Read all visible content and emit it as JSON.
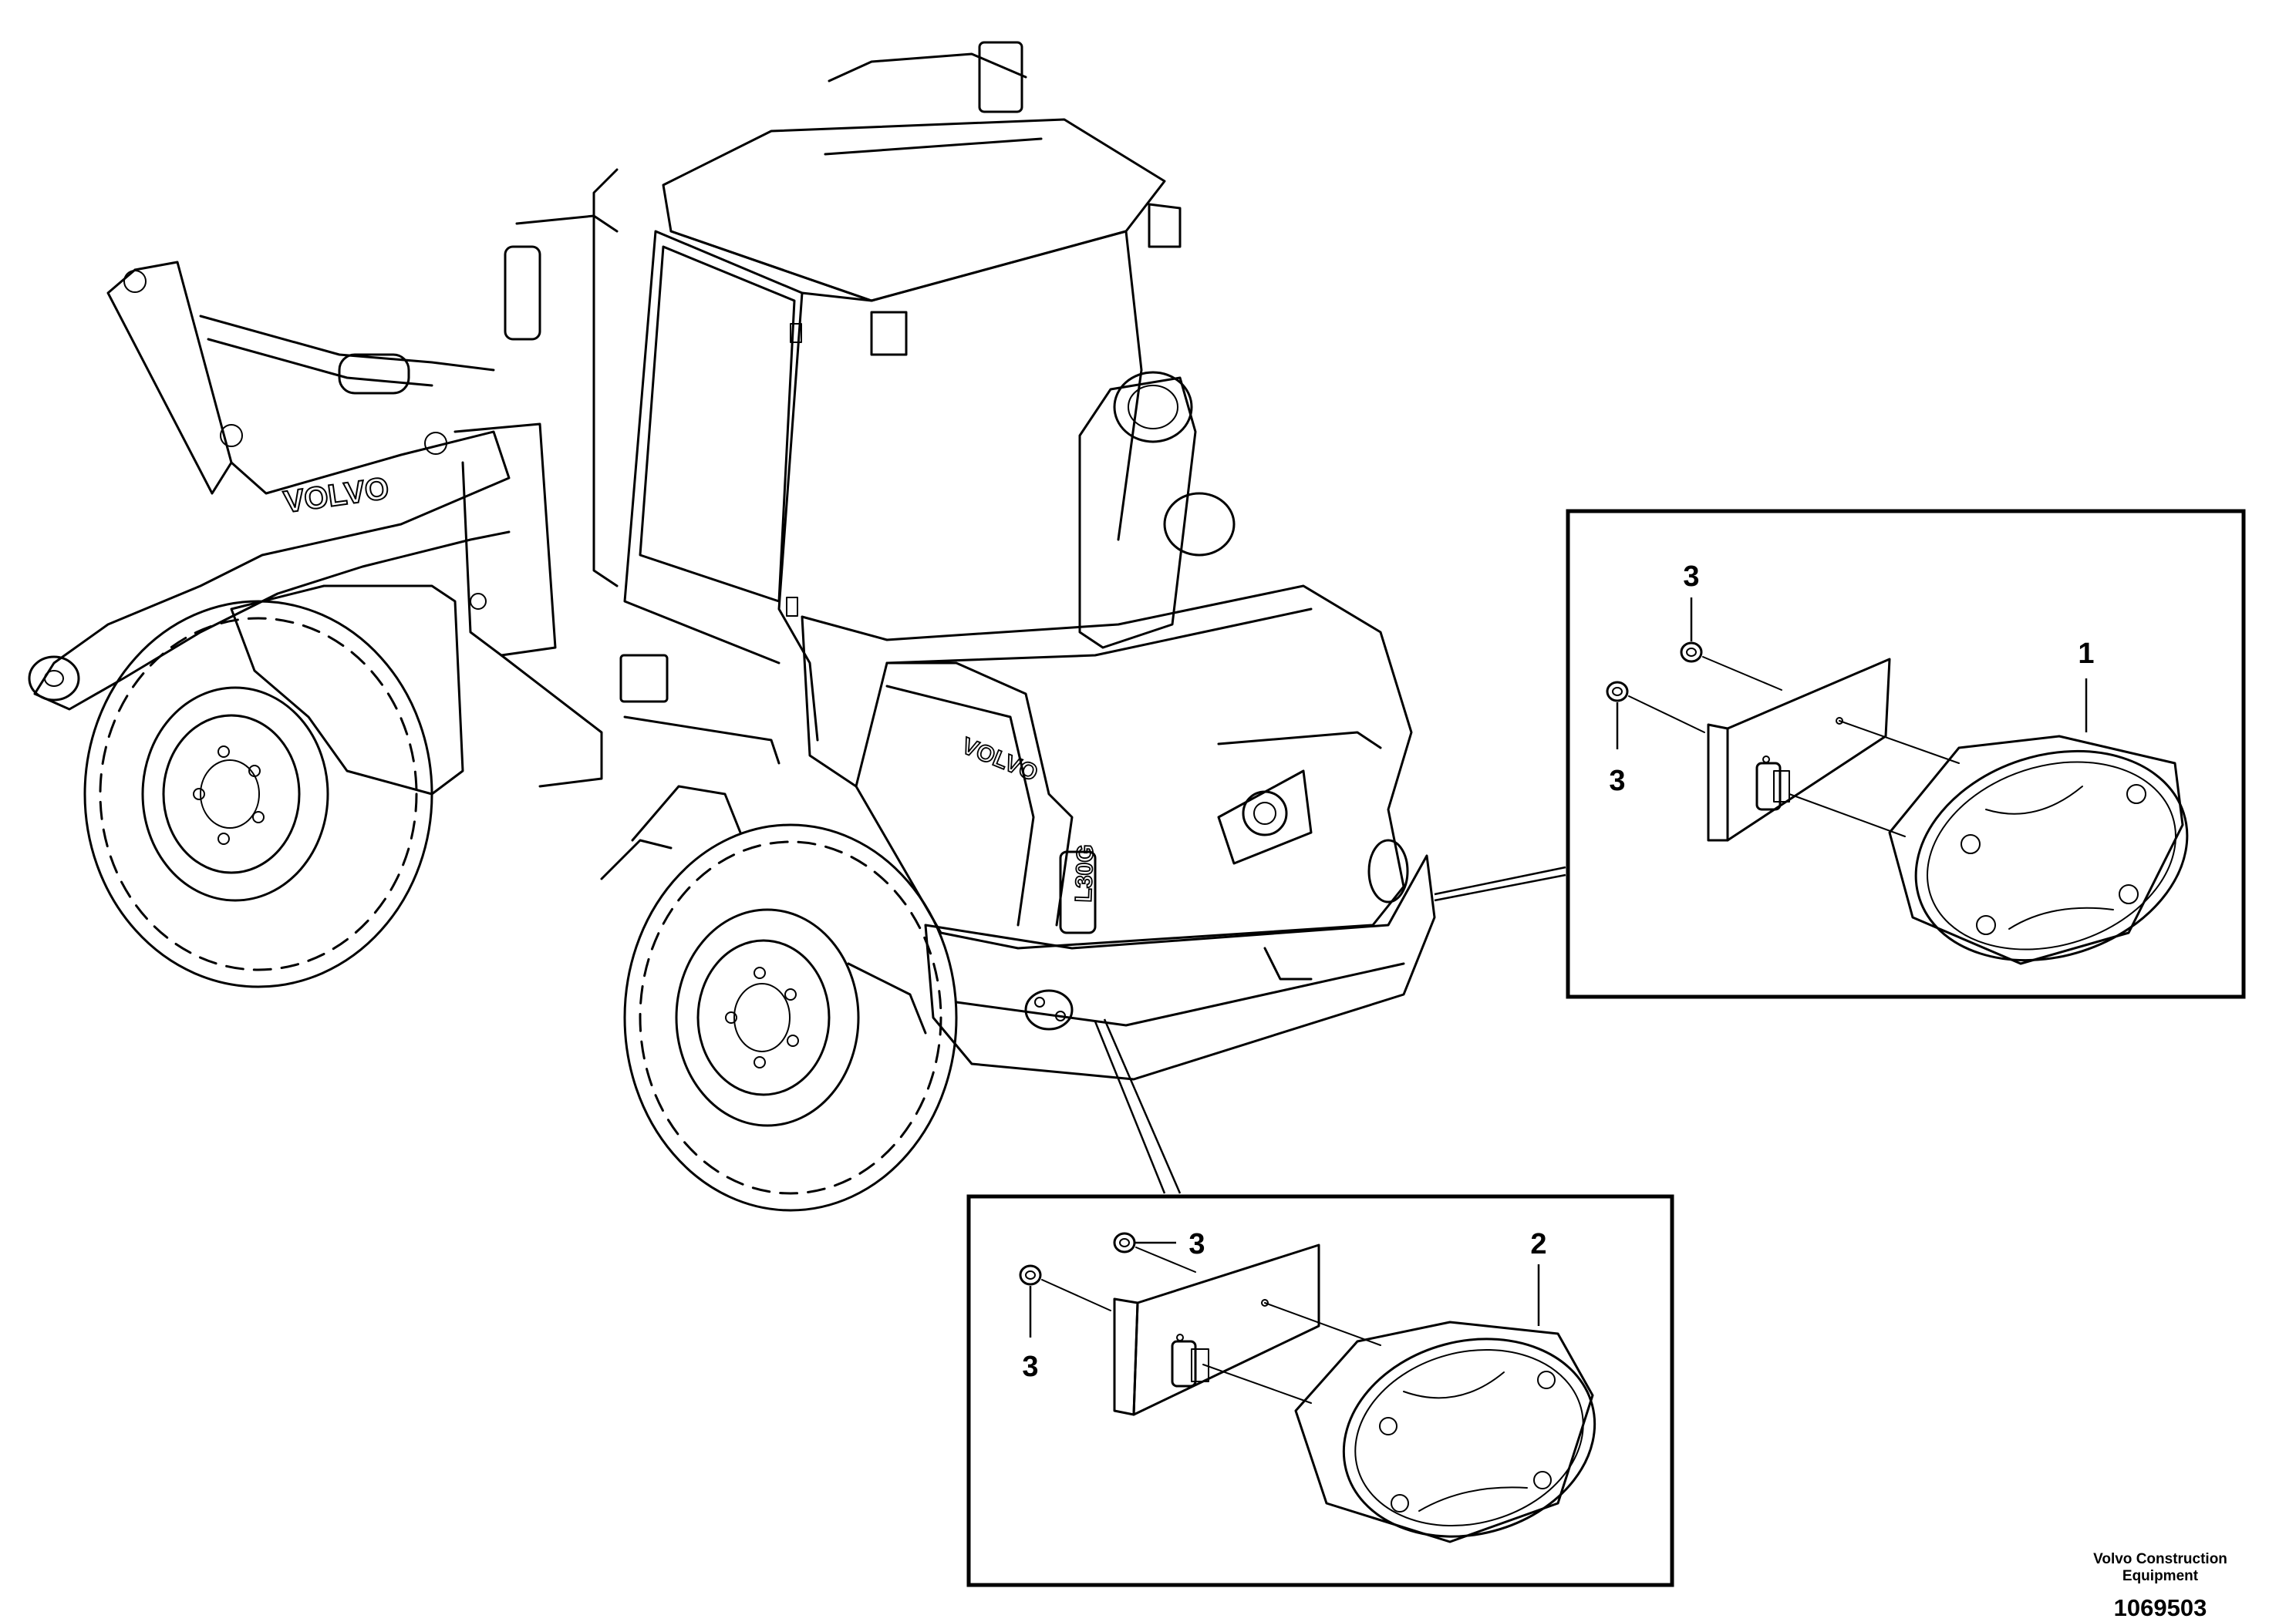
{
  "callouts": {
    "upper_lamp": "1",
    "upper_nut_a": "3",
    "upper_nut_b": "3",
    "lower_lamp": "2",
    "lower_nut_a": "3",
    "lower_nut_b": "3"
  },
  "machine_markings": {
    "boom_brand": "VOLVO",
    "hood_brand": "VOLVO",
    "model_badge": "L30G"
  },
  "footer": {
    "credit_line1": "Volvo Construction",
    "credit_line2": "Equipment",
    "document_number": "1069503"
  }
}
